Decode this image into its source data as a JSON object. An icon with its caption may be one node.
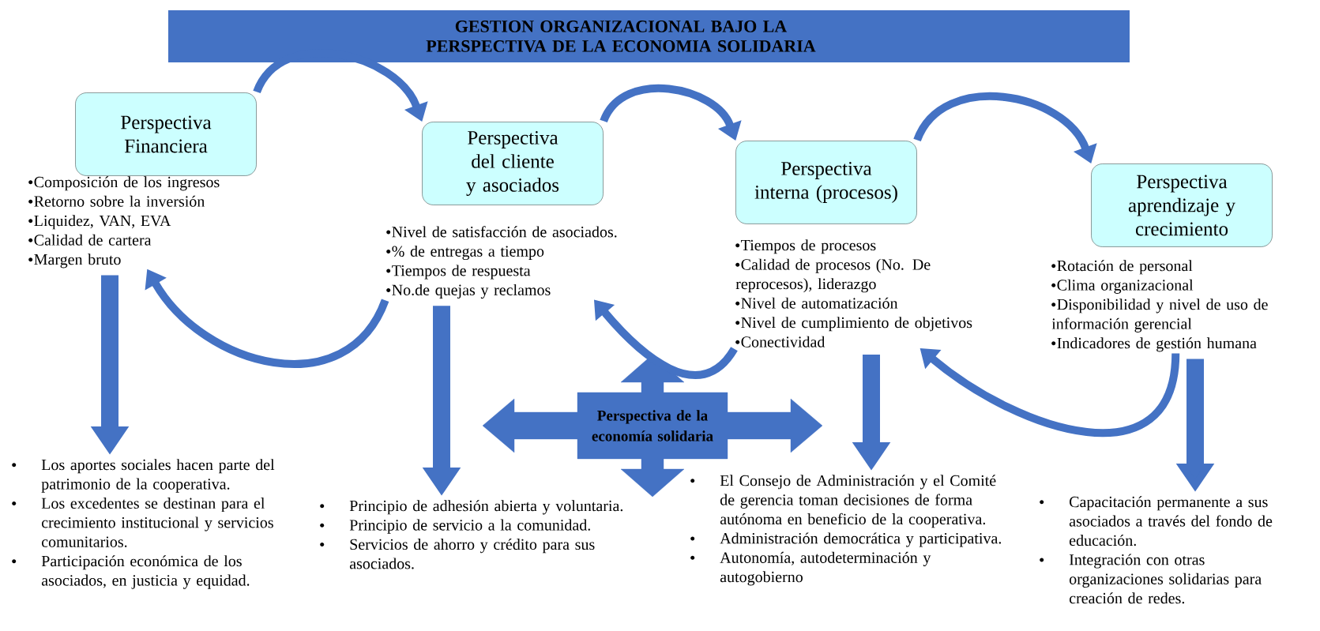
{
  "diagram": {
    "title": "GESTION ORGANIZACIONAL BAJO LA PERSPECTIVA DE LA ECONOMIA SOLIDARIA",
    "nodes": [
      {
        "text": [
          "Perspectiva Financiera"
        ]
      },
      {
        "text": [
          "Perspectiva del cliente y asociados"
        ]
      },
      {
        "text": [
          "Perspectiva interna (procesos)"
        ]
      },
      {
        "text": [
          "Perspectiva aprendizaje y crecimiento"
        ]
      },
      {
        "text": [
          "Composición de los ingresos",
          "Retorno sobre la inversión",
          "Liquidez, VAN, EVA",
          "Calidad de cartera",
          "Margen bruto"
        ]
      },
      {
        "text": [
          "Nivel de satisfacción de asociados.",
          "% de entregas a tiempo",
          "Tiempos de respuesta",
          "No.de quejas y reclamos"
        ]
      },
      {
        "text": [
          "Tiempos de procesos",
          "Calidad de procesos (No. De reprocesos), liderazgo",
          "Nivel de automatización",
          "Nivel de cumplimiento de objetivos",
          "Conectividad"
        ]
      },
      {
        "text": [
          "Rotación de personal",
          "Clima organizacional",
          "Disponibilidad y nivel de uso de información gerencial",
          "Indicadores de gestión humana"
        ]
      },
      {
        "text": [
          "Perspectiva de la economía solidaria"
        ]
      },
      {
        "text": [
          "Los aportes sociales hacen parte del patrimonio de la cooperativa.",
          "Los excedentes se destinan para el crecimiento institucional y servicios comunitarios.",
          "Participación económica de los asociados, en justicia y equidad."
        ]
      },
      {
        "text": [
          "Principio de adhesión abierta y voluntaria.",
          "Principio de servicio a la comunidad.",
          "Servicios de ahorro y crédito para sus asociados."
        ]
      },
      {
        "text": [
          "El Consejo de Administración y el Comité de gerencia toman decisiones de forma autónoma en beneficio de la cooperativa.",
          "Administración democrática y participativa.",
          "Autonomía, autodeterminación y autogobierno"
        ]
      },
      {
        "text": [
          "Capacitación permanente a sus asociados a través del fondo de educación.",
          "Integración con otras organizaciones solidarias para creación de redes."
        ]
      }
    ],
    "edges": [
      {
        "from": 0,
        "to": 1,
        "arrow": "to"
      },
      {
        "from": 1,
        "to": 2,
        "arrow": "to"
      },
      {
        "from": 2,
        "to": 3,
        "arrow": "to"
      },
      {
        "from": 5,
        "to": 4,
        "arrow": "to"
      },
      {
        "from": 6,
        "to": 5,
        "arrow": "to"
      },
      {
        "from": 7,
        "to": 6,
        "arrow": "to"
      },
      {
        "from": 4,
        "to": 9,
        "arrow": "to",
        "style": "thick"
      },
      {
        "from": 5,
        "to": 10,
        "arrow": "to",
        "style": "thick"
      },
      {
        "from": 6,
        "to": 11,
        "arrow": "to",
        "style": "thick"
      },
      {
        "from": 7,
        "to": 12,
        "arrow": "to",
        "style": "thick"
      }
    ]
  }
}
